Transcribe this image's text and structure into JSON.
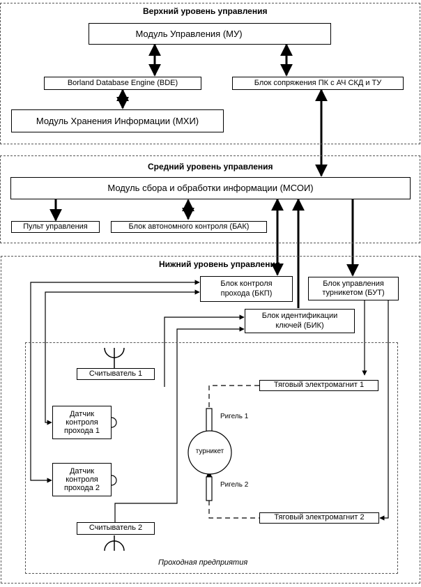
{
  "levels": {
    "top": "Верхний уровень управления",
    "middle": "Средний уровень управления",
    "bottom": "Нижний уровень управления",
    "enterprise": "Проходная предприятия"
  },
  "blocks": {
    "mu": "Модуль Управления (МУ)",
    "bde": "Borland Database Engine (BDE)",
    "interface": "Блок сопряжения ПК с АЧ СКД и ТУ",
    "mhi": "Модуль Хранения Информации (МХИ)",
    "msoi": "Модуль сбора и обработки информации (МСОИ)",
    "remote": "Пульт управления",
    "bak": "Блок автономного контроля (БАК)",
    "bkp": "Блок контроля прохода (БКП)",
    "but": "Блок управления турникетом (БУТ)",
    "bik": "Блок идентификации ключей (БИК)",
    "reader1": "Считыватель 1",
    "reader2": "Считыватель 2",
    "magnet1": "Тяговый электромагнит 1",
    "magnet2": "Тяговый электромагнит 2",
    "sensor1": "Датчик контроля прохода 1",
    "sensor2": "Датчик контроля прохода 2",
    "bolt1": "Ригель 1",
    "bolt2": "Ригель 2",
    "turnstile": "турникет"
  },
  "icons": {
    "computer": "computer-icon",
    "antenna": "antenna-icon"
  }
}
